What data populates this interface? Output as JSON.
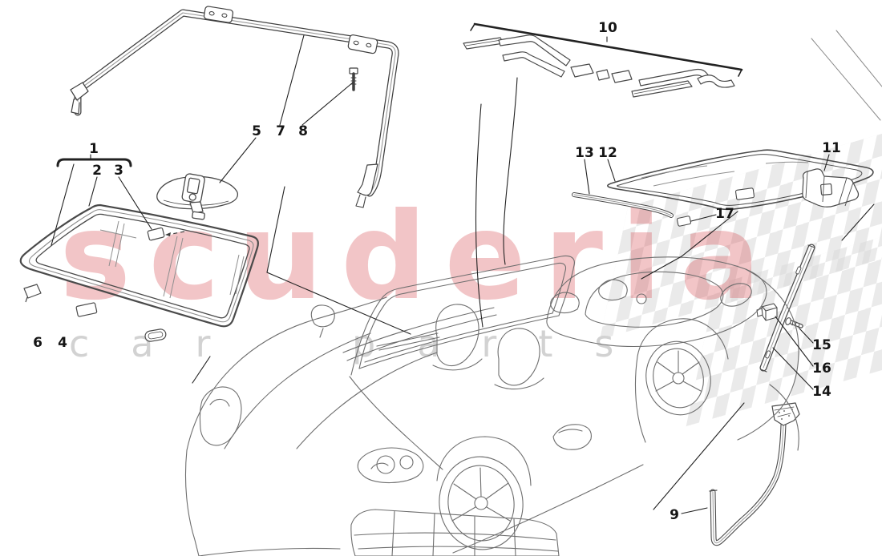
{
  "watermark": {
    "brand_text": "scuderia",
    "tagline_text": "car parts",
    "brand_color": "#d53e46",
    "tagline_color": "#d2d2d2",
    "checker_color": "#d9d9d9"
  },
  "callouts": [
    {
      "label": "1"
    },
    {
      "label": "2"
    },
    {
      "label": "3"
    },
    {
      "label": "5"
    },
    {
      "label": "7"
    },
    {
      "label": "8"
    },
    {
      "label": "6"
    },
    {
      "label": "4"
    },
    {
      "label": "10"
    },
    {
      "label": "13"
    },
    {
      "label": "12"
    },
    {
      "label": "17"
    },
    {
      "label": "11"
    },
    {
      "label": "15"
    },
    {
      "label": "16"
    },
    {
      "label": "14"
    },
    {
      "label": "9"
    }
  ]
}
